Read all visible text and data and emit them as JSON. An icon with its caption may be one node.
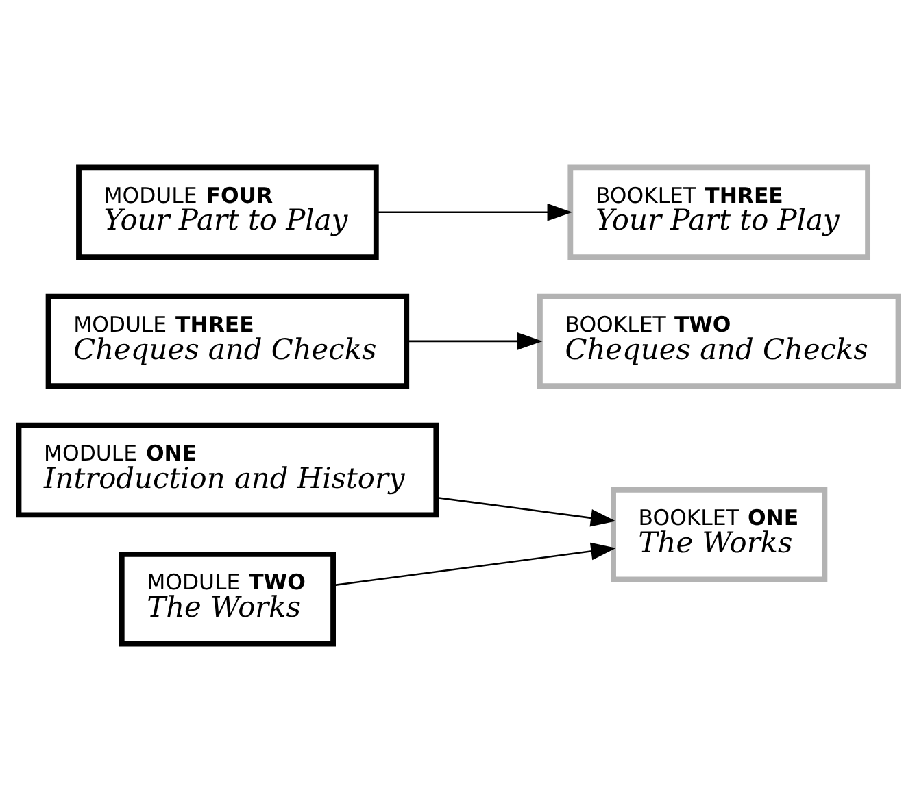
{
  "diagram": {
    "nodes": [
      {
        "text": [
          "MODULE ONE",
          "Introduction and History"
        ]
      },
      {
        "text": [
          "BOOKLET ONE",
          "The Works"
        ]
      },
      {
        "text": [
          "MODULE TWO",
          "The Works"
        ]
      },
      {
        "text": [
          "MODULE THREE",
          "Cheques and Checks"
        ]
      },
      {
        "text": [
          "BOOKLET TWO",
          "Cheques and Checks"
        ]
      },
      {
        "text": [
          "MODULE FOUR",
          "Your Part to Play"
        ]
      },
      {
        "text": [
          "BOOKLET THREE",
          "Your Part to Play"
        ]
      }
    ],
    "edges": [
      {
        "from": 0,
        "to": 1,
        "arrow": "to"
      },
      {
        "from": 2,
        "to": 1,
        "arrow": "to"
      },
      {
        "from": 3,
        "to": 4,
        "arrow": "to"
      },
      {
        "from": 5,
        "to": 6,
        "arrow": "to"
      }
    ]
  }
}
